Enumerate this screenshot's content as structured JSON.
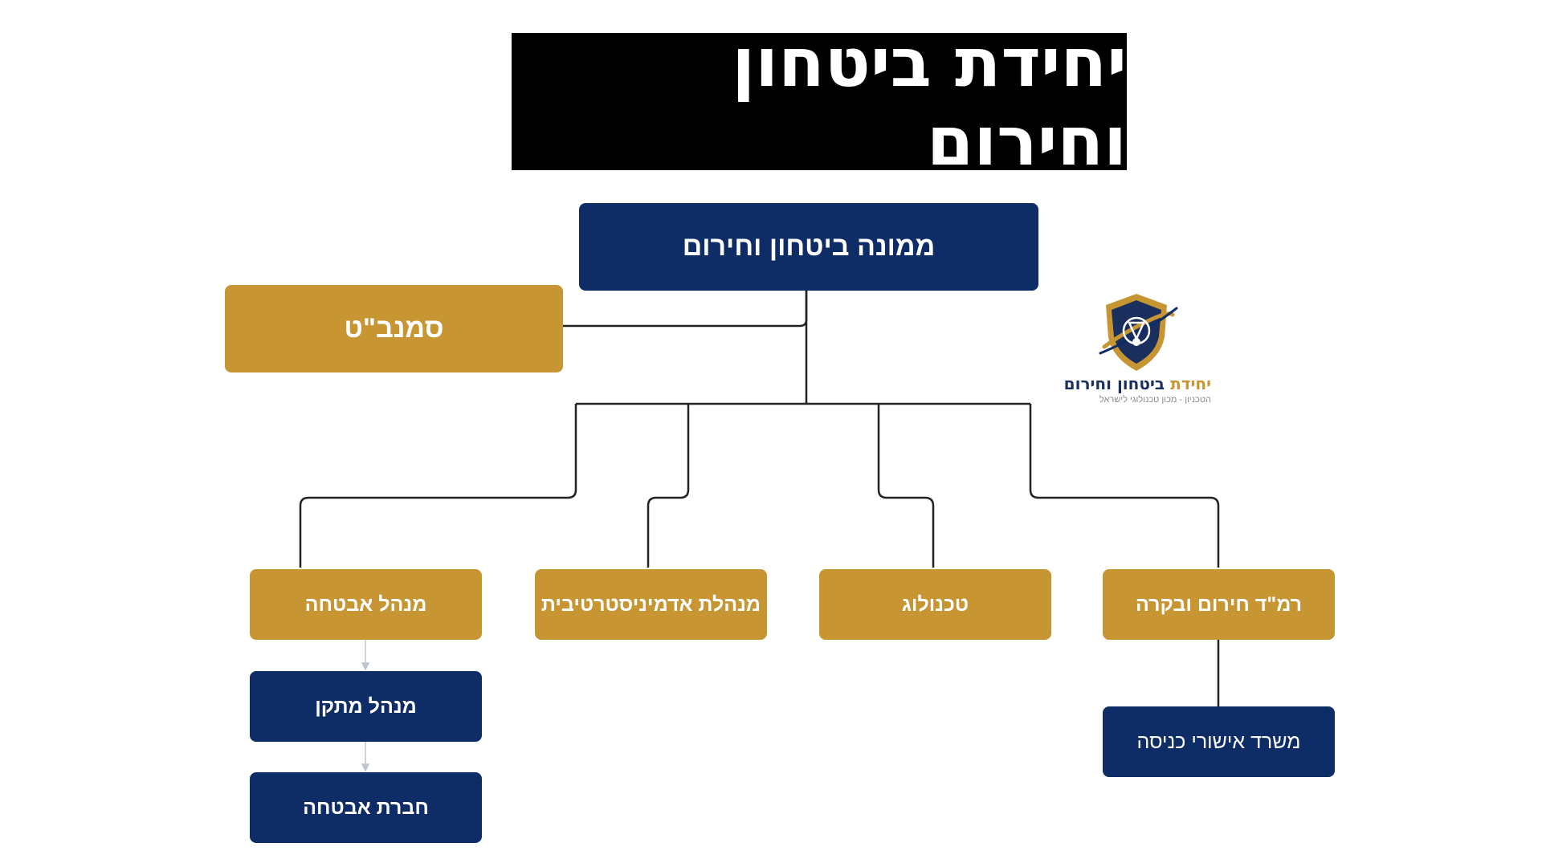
{
  "title": "יחידת ביטחון וחירום",
  "nodes": {
    "head": "ממונה ביטחון וחירום",
    "deputy": "סמנב\"ט",
    "security_manager": "מנהל אבטחה",
    "admin_manager": "מנהלת אדמיניסטרטיבית",
    "technologist": "טכנולוג",
    "emergency_coordinator": "רמ\"ד חירום ובקרה",
    "compliant_manager": "מנהל מתקן",
    "security_company": "חברת אבטחה",
    "entry_permits_office": "משרד אישורי כניסה"
  },
  "logo": {
    "title_part1": "יחידת",
    "title_part2": "ביטחון וחירום",
    "subtitle": "הטכניון - מכון טכנולוגי לישראל",
    "icon": "shield-emblem-icon"
  },
  "colors": {
    "navy": "#0e2c66",
    "gold": "#c79532",
    "title_bg": "#000000",
    "connector": "#222222",
    "arrow": "#c0c4cc"
  }
}
